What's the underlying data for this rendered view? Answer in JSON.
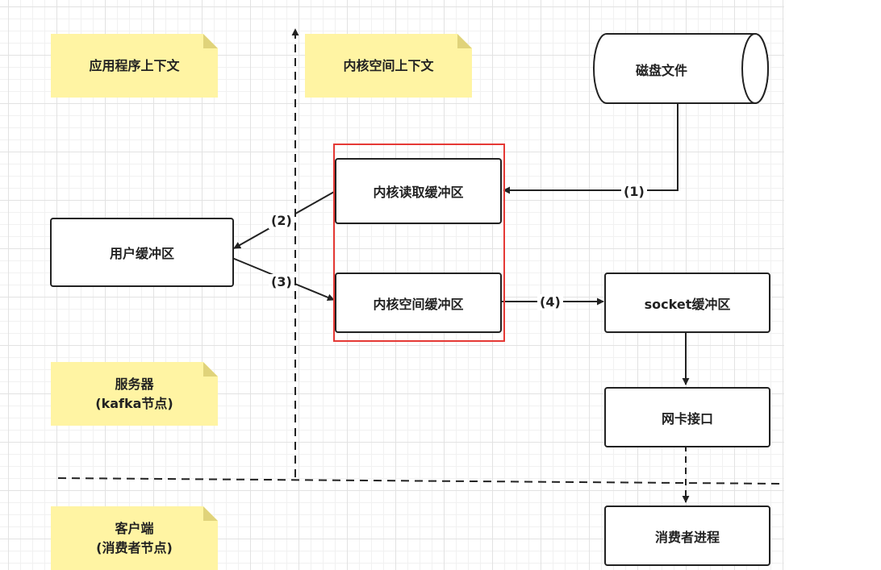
{
  "notes": {
    "app_context": "应用程序上下文",
    "kernel_context": "内核空间上下文",
    "server": "服务器\n(kafka节点)",
    "client": "客户端\n(消费者节点)"
  },
  "nodes": {
    "disk_file": "磁盘文件",
    "kernel_read_buffer": "内核读取缓冲区",
    "user_buffer": "用户缓冲区",
    "kernel_space_buffer": "内核空间缓冲区",
    "socket_buffer": "socket缓冲区",
    "nic_interface": "网卡接口",
    "consumer_process": "消费者进程"
  },
  "edges": {
    "e1": "(1)",
    "e2": "(2)",
    "e3": "(3)",
    "e4": "(4)"
  },
  "colors": {
    "note_fill": "#fff4a3",
    "highlight_frame": "#e53935",
    "line": "#222222"
  }
}
